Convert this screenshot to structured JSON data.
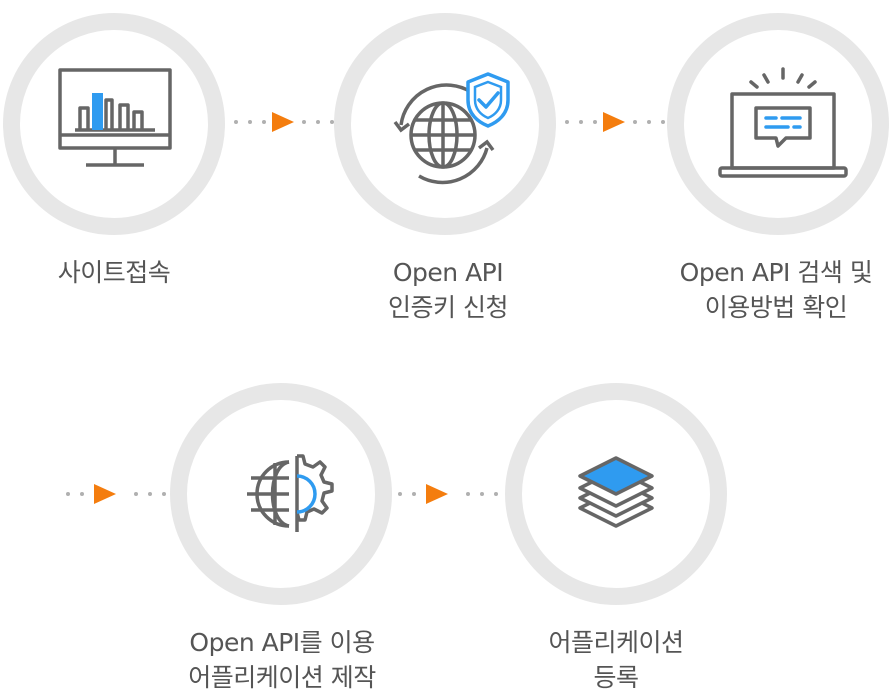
{
  "steps": [
    {
      "label_line1": "사이트접속",
      "label_line2": "",
      "icon": "monitor-bar-chart-icon"
    },
    {
      "label_line1": "Open API",
      "label_line2": "인증키 신청",
      "icon": "globe-shield-check-icon"
    },
    {
      "label_line1": "Open API 검색 및",
      "label_line2": "이용방법 확인",
      "icon": "laptop-message-icon"
    },
    {
      "label_line1": "Open API를 이용",
      "label_line2": "어플리케이션 제작",
      "icon": "globe-gear-icon"
    },
    {
      "label_line1": "어플리케이션",
      "label_line2": "등록",
      "icon": "layers-stack-icon"
    }
  ],
  "colors": {
    "ring": "#e7e7e7",
    "icon_stroke": "#666666",
    "accent_blue": "#2f9bf0",
    "arrow_orange": "#f47d0e",
    "dot_gray": "#b0b0b0",
    "text": "#555555"
  }
}
